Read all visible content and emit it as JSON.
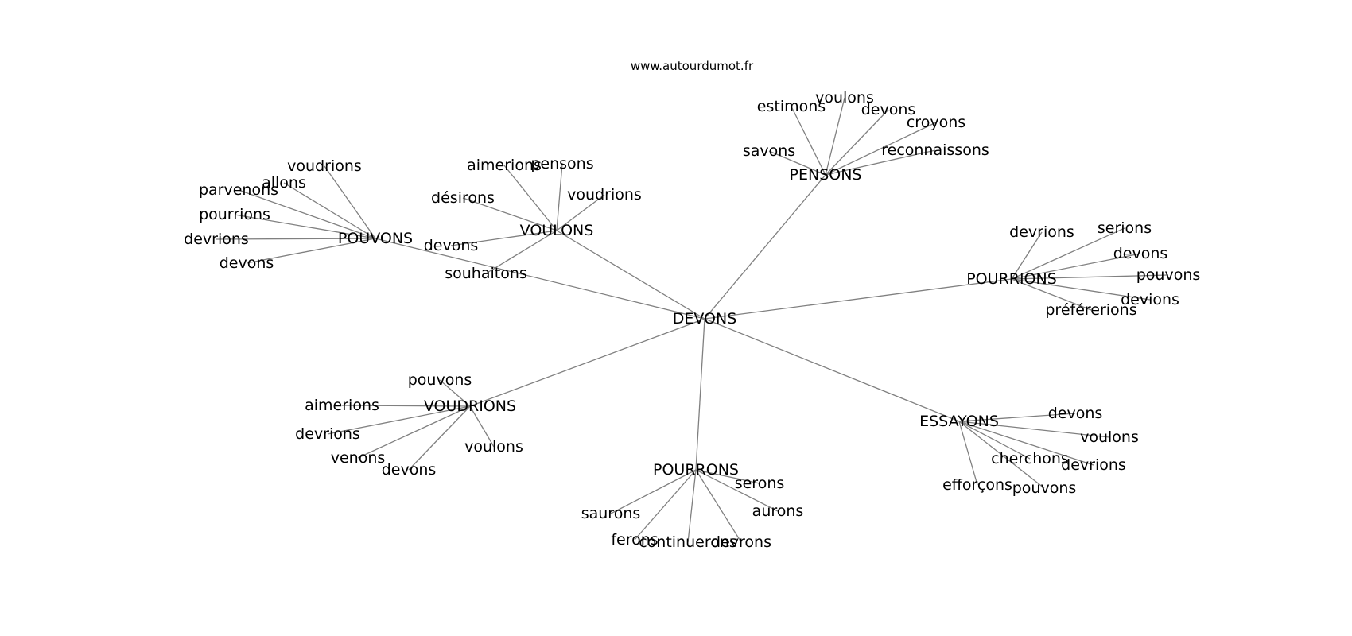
{
  "watermark": "www.autourdumot.fr",
  "colors": {
    "edge": "#808080",
    "text": "#000000",
    "background": "#ffffff"
  },
  "graph": {
    "center": "DEVONS",
    "hubs": [
      {
        "label": "PENSONS",
        "leaves": [
          "estimons",
          "voulons",
          "devons",
          "croyons",
          "savons",
          "reconnaissons"
        ]
      },
      {
        "label": "POUVONS",
        "leaves": [
          "voudrions",
          "allons",
          "parvenons",
          "pourrions",
          "devrions",
          "devons"
        ]
      },
      {
        "label": "VOULONS",
        "leaves": [
          "aimerions",
          "pensons",
          "désirons",
          "voudrions",
          "devons",
          "souhaitons"
        ]
      },
      {
        "label": "POURRIONS",
        "leaves": [
          "devrions",
          "serions",
          "devons",
          "pouvons",
          "devions",
          "préférerions"
        ]
      },
      {
        "label": "VOUDRIONS",
        "leaves": [
          "pouvons",
          "aimerions",
          "devrions",
          "venons",
          "devons",
          "voulons"
        ]
      },
      {
        "label": "POURRONS",
        "leaves": [
          "serons",
          "saurons",
          "aurons",
          "ferons",
          "continuerons",
          "devrons"
        ]
      },
      {
        "label": "ESSAYONS",
        "leaves": [
          "devons",
          "voulons",
          "cherchons",
          "devrions",
          "efforçons",
          "pouvons"
        ]
      }
    ]
  }
}
